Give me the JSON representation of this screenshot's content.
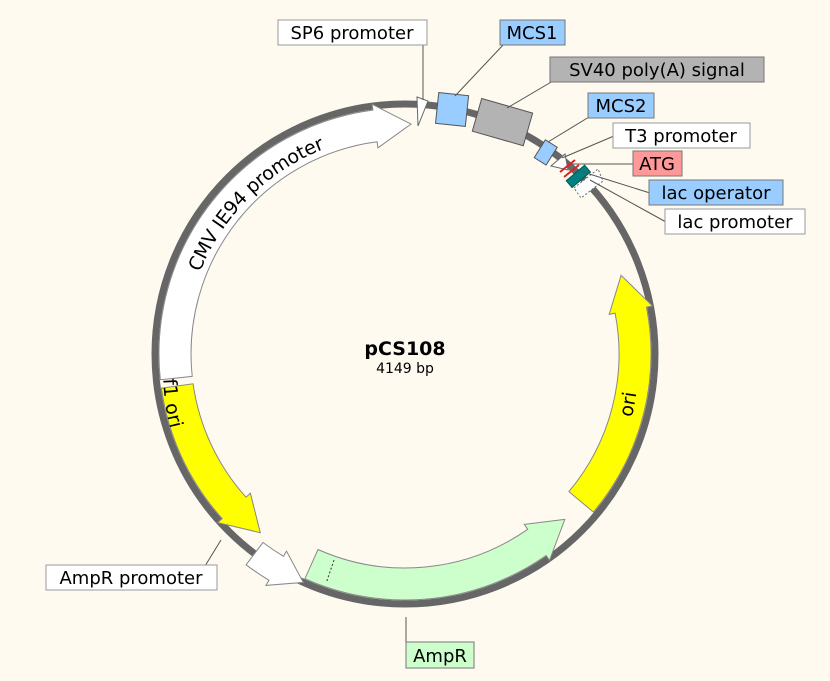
{
  "plasmid": {
    "name": "pCS108",
    "size": "4149 bp"
  },
  "features": {
    "cmv": {
      "label": "CMV IE94 promoter",
      "color": "#ffffff"
    },
    "f1ori": {
      "label": "f1 ori",
      "color": "#ffff00"
    },
    "ampr_promoter": {
      "label": "AmpR promoter",
      "color": "#ffffff"
    },
    "ampr": {
      "label": "AmpR",
      "color": "#ccffcc"
    },
    "ori": {
      "label": "ori",
      "color": "#ffff00"
    },
    "sp6": {
      "label": "SP6 promoter",
      "color": "#ffffff"
    },
    "mcs1": {
      "label": "MCS1",
      "color": "#99ccff"
    },
    "sv40": {
      "label": "SV40 poly(A) signal",
      "color": "#b3b3b3"
    },
    "mcs2": {
      "label": "MCS2",
      "color": "#99ccff"
    },
    "t3": {
      "label": "T3 promoter",
      "color": "#ffffff"
    },
    "atg": {
      "label": "ATG",
      "color": "#ff9999"
    },
    "lac_operator": {
      "label": "lac operator",
      "color": "#99ccff"
    },
    "lac_promoter": {
      "label": "lac promoter",
      "color": "#ffffff"
    }
  },
  "colors": {
    "backbone": "#666666",
    "background": "#fffaf0",
    "atg_mark": "#e02020",
    "lac_operator_mark": "#008080"
  }
}
